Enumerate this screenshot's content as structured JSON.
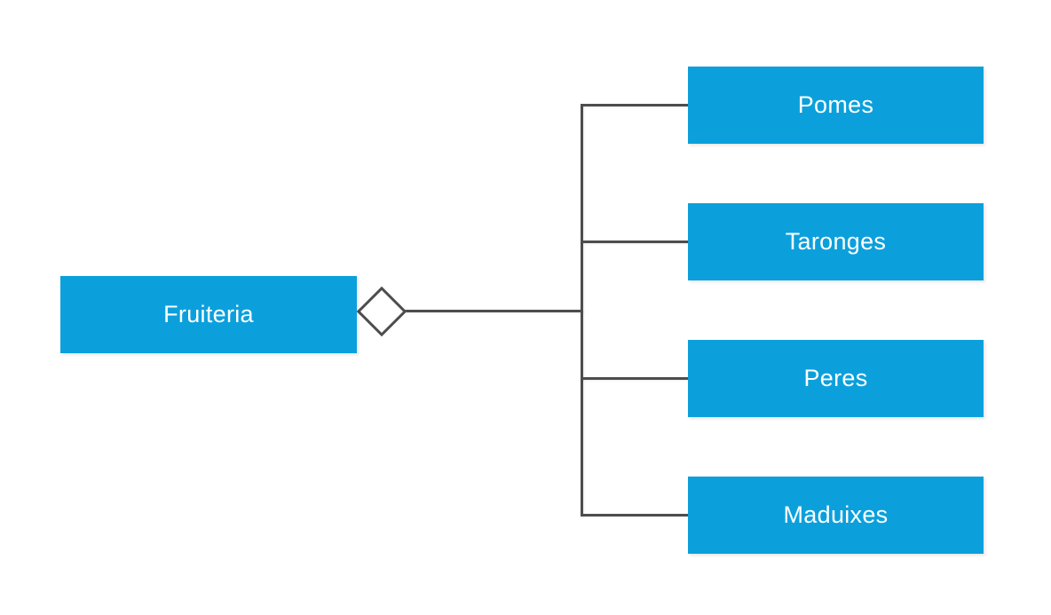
{
  "diagram": {
    "root": {
      "label": "Fruiteria"
    },
    "children": [
      {
        "label": "Pomes"
      },
      {
        "label": "Taronges"
      },
      {
        "label": "Peres"
      },
      {
        "label": "Maduixes"
      }
    ],
    "connector": {
      "type": "diamond"
    },
    "colors": {
      "node_fill": "#0ba0dc",
      "node_text": "#ffffff",
      "line": "#4d4d4d",
      "diamond_fill": "#ffffff",
      "background": "#ffffff"
    }
  }
}
